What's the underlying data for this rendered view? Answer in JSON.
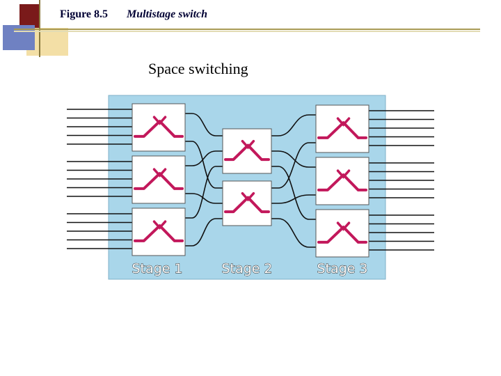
{
  "header": {
    "figure_number": "Figure 8.5",
    "figure_title": "Multistage switch"
  },
  "subtitle": "Space switching",
  "diagram": {
    "stages": [
      {
        "label": "Stage 1",
        "switches": 3
      },
      {
        "label": "Stage 2",
        "switches": 2
      },
      {
        "label": "Stage 3",
        "switches": 3
      }
    ],
    "lines_per_stage_switch": 5,
    "colors": {
      "background": "#a9d6ea",
      "switch_fill": "#ffffff",
      "crossbar": "#c2185b",
      "wire": "#111111",
      "deco_maroon": "#7a1a1a",
      "deco_blue": "#5a6fb4",
      "deco_gold": "#f3dfa6"
    }
  }
}
